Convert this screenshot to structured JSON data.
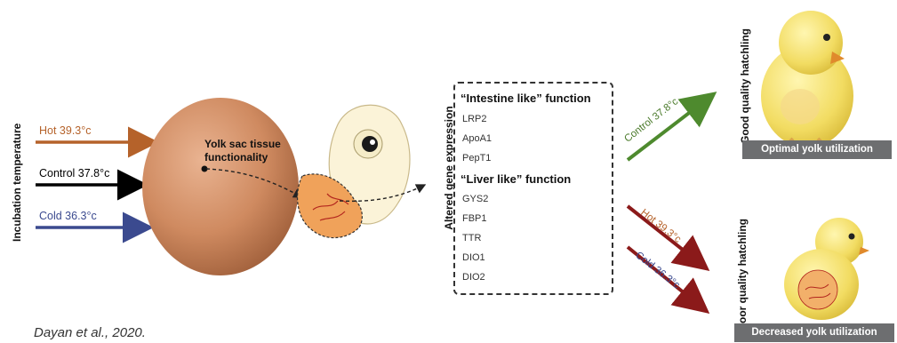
{
  "incubation_axis_label": "Incubation temperature",
  "temperatures": {
    "hot": {
      "label": "Hot 39.3°c",
      "color": "#b5622a"
    },
    "control": {
      "label": "Control 37.8°c",
      "color": "#000000"
    },
    "cold": {
      "label": "Cold 36.3°c",
      "color": "#3b4a8f"
    }
  },
  "yolk_sac_label": "Yolk sac tissue functionality",
  "gene_expression_axis_label": "Altered gene expression",
  "gene_box": {
    "intestine_heading": "“Intestine like” function",
    "intestine_genes": [
      "LRP2",
      "ApoA1",
      "PepT1"
    ],
    "liver_heading": "“Liver like” function",
    "liver_genes": [
      "GYS2",
      "FBP1",
      "TTR",
      "DIO1",
      "DIO2"
    ]
  },
  "outcome_arrows": {
    "control": {
      "label": "Control 37.8°c",
      "color": "#4a7a2a",
      "arrow_color": "#4e8a2e"
    },
    "hot": {
      "label": "Hot 39.3°c",
      "color": "#b5622a",
      "arrow_color": "#8b1a1a"
    },
    "cold": {
      "label": "Cold 36.3°c",
      "color": "#3b4a8f",
      "arrow_color": "#8b1a1a"
    }
  },
  "good_outcome": {
    "axis_label": "Good quality hatchling",
    "banner": "Optimal yolk utilization"
  },
  "poor_outcome": {
    "axis_label": "Poor quality hatchling",
    "banner": "Decreased yolk utilization"
  },
  "citation": "Dayan et al., 2020."
}
